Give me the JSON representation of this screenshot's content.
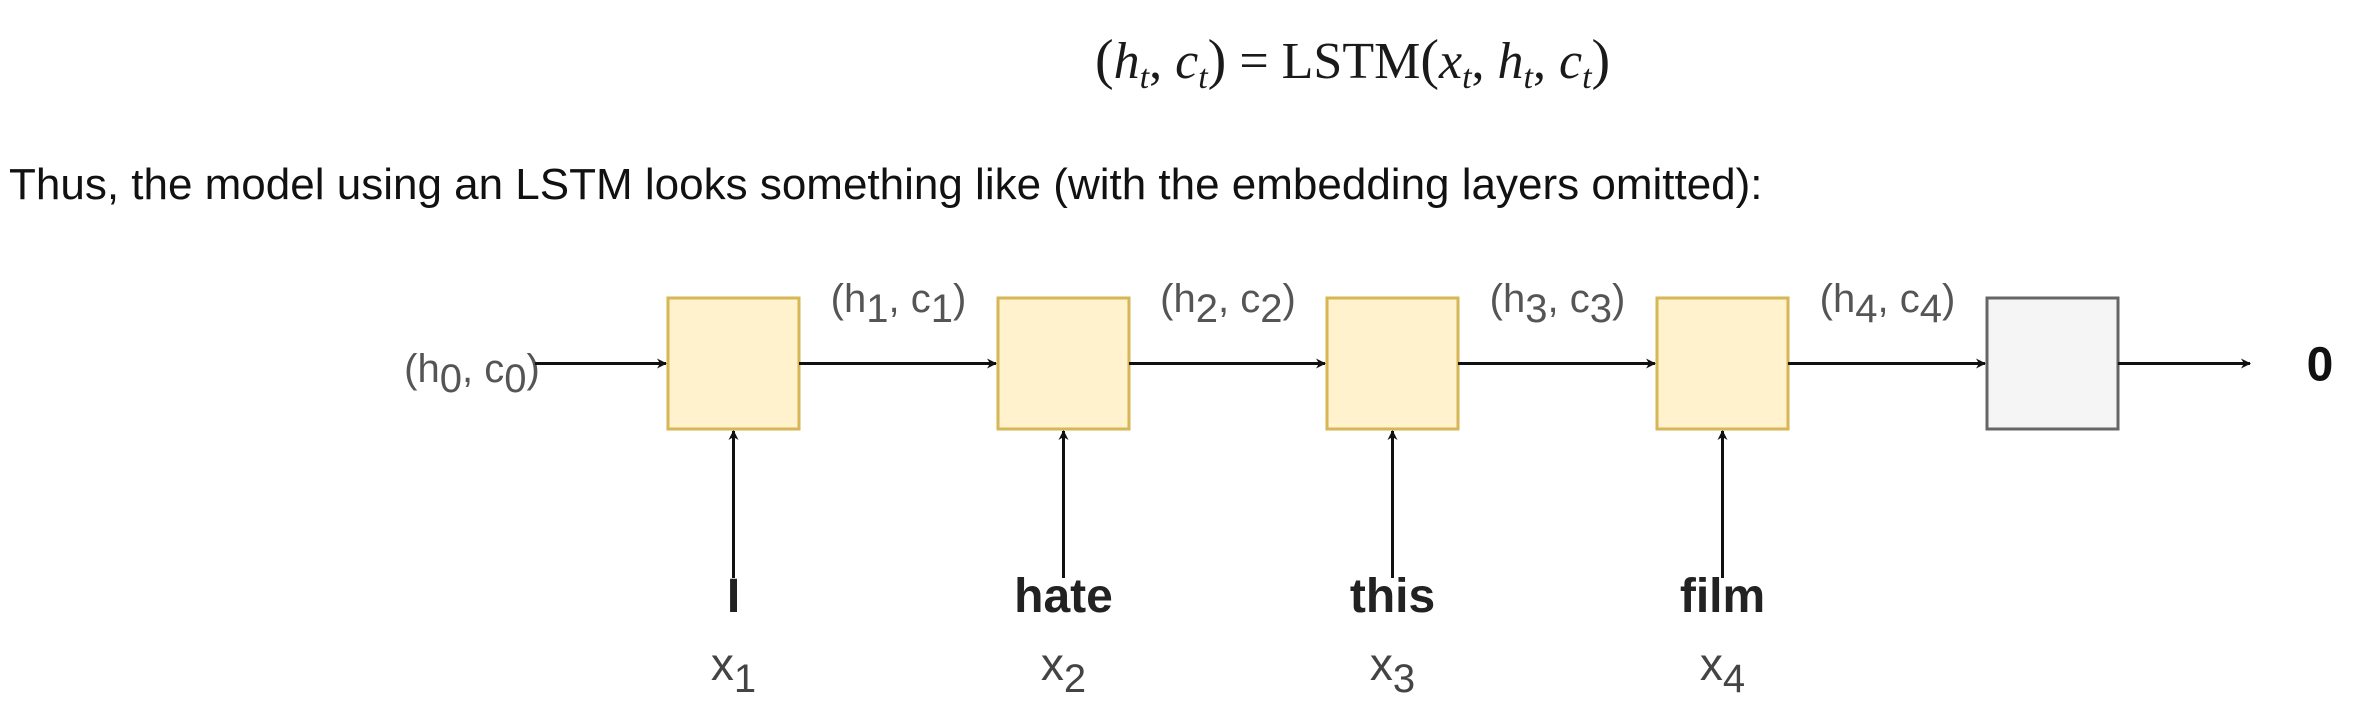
{
  "equation": {
    "lhs_h": "h",
    "lhs_h_sub": "t",
    "lhs_c": "c",
    "lhs_c_sub": "t",
    "func": "LSTM",
    "arg_x": "x",
    "arg_x_sub": "t",
    "arg_h": "h",
    "arg_h_sub": "t",
    "arg_c": "c",
    "arg_c_sub": "t"
  },
  "caption": "Thus, the model using an LSTM looks something like (with the embedding layers omitted):",
  "diagram": {
    "initial_state": {
      "h": "h",
      "c": "c",
      "sub": "0"
    },
    "cells": [
      {
        "token": "I",
        "input": "x",
        "input_sub": "1",
        "state_sub": "1"
      },
      {
        "token": "hate",
        "input": "x",
        "input_sub": "2",
        "state_sub": "2"
      },
      {
        "token": "this",
        "input": "x",
        "input_sub": "3",
        "state_sub": "3"
      },
      {
        "token": "film",
        "input": "x",
        "input_sub": "4",
        "state_sub": "4"
      }
    ],
    "output": "0",
    "colors": {
      "cell_fill": "#fff2cc",
      "cell_stroke": "#d6b656",
      "output_fill": "#f5f5f5",
      "output_stroke": "#666666",
      "arrow": "#111111"
    }
  }
}
